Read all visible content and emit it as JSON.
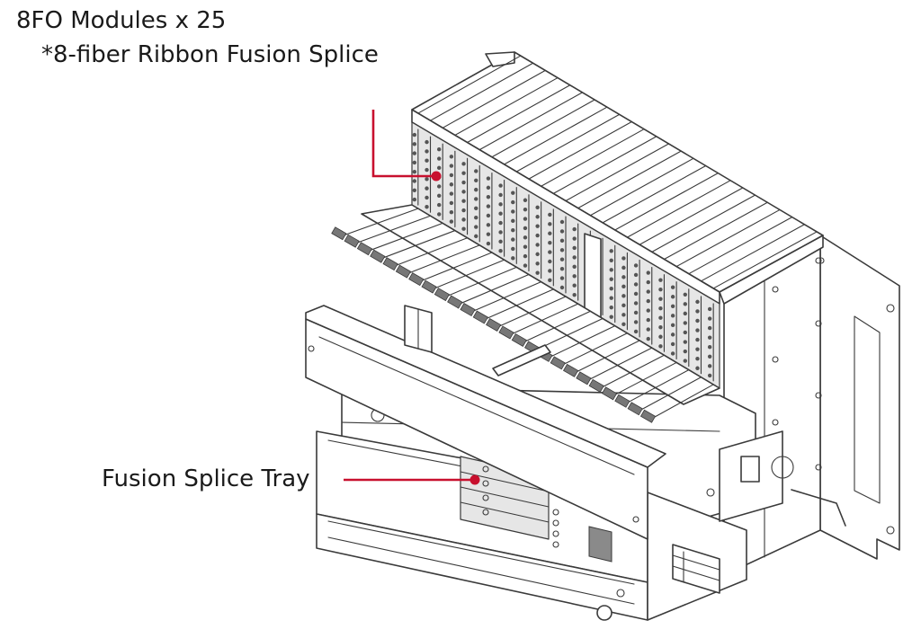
{
  "labels": {
    "modules_title": "8FO Modules x 25",
    "modules_subtitle": "*8-fiber Ribbon Fusion Splice",
    "tray": "Fusion Splice Tray"
  },
  "colors": {
    "callout": "#c8102e",
    "line": "#3a3a3a",
    "text": "#1a1a1a",
    "background": "#ffffff"
  },
  "counts": {
    "modules": 25
  }
}
